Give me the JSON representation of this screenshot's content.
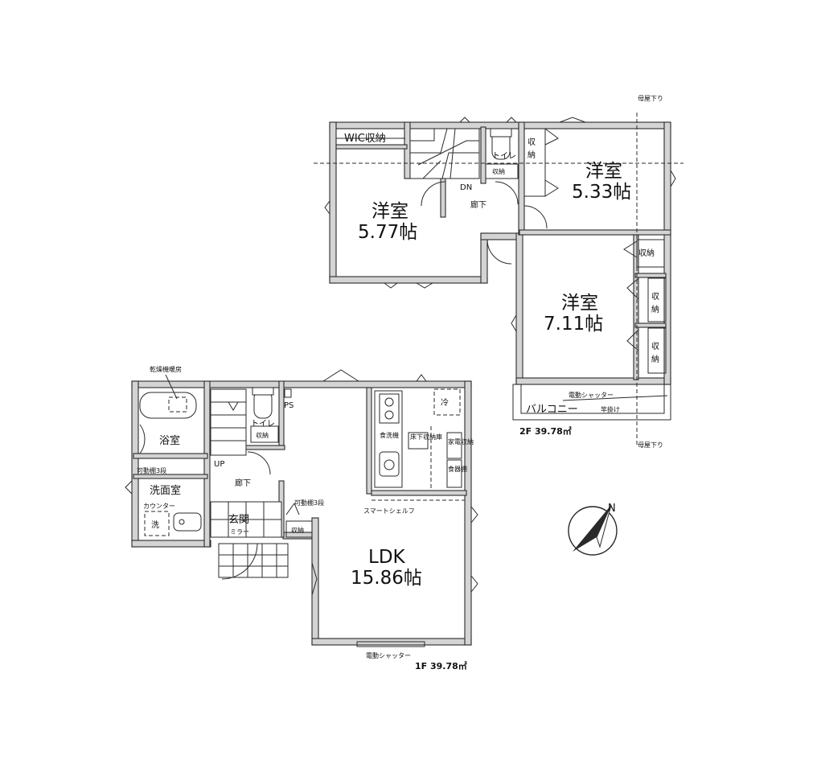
{
  "floor2": {
    "label": "2F 39.78㎡",
    "rooms": {
      "west_name": "洋室",
      "west_size": "5.77帖",
      "east_name": "洋室",
      "east_size": "5.33帖",
      "south_name": "洋室",
      "south_size": "7.11帖"
    },
    "storage_top": "WIC収納",
    "storage_right": "収納",
    "storage_east_1": "収",
    "storage_east_1b": "納",
    "storage_mid": "収納",
    "storage_tall_1": "収",
    "storage_tall_1b": "納",
    "storage_tall_2": "収",
    "storage_tall_2b": "納",
    "toilet": "トイレ",
    "toilet_storage": "収納",
    "stair_dn": "DN",
    "hall": "廊下",
    "balcony": "バルコニー",
    "shutter": "電動シャッター",
    "handrail": "竿掛け",
    "eave_label": "母屋下り"
  },
  "floor1": {
    "label": "1F 39.78㎡",
    "ldk_name": "LDK",
    "ldk_size": "15.86帖",
    "bath": "浴室",
    "dryer": "乾燥機暖房",
    "shelf": "可動棚3段",
    "washroom": "洗面室",
    "counter": "カウンター",
    "washer": "洗",
    "toilet": "トイレ",
    "toilet_storage": "収納",
    "ps": "PS",
    "stair_up": "UP",
    "hall": "廊下",
    "entrance": "玄関",
    "mirror": "ミラー",
    "entrance_storage": "収納",
    "entrance_shelf": "可動棚3段",
    "fridge": "冷",
    "dishwasher": "食洗機",
    "floor_storage": "床下収納庫",
    "appliance_storage": "家電収納",
    "cupboard": "食器棚",
    "smart_shelf": "スマートシェルフ",
    "shutter": "電動シャッター"
  },
  "compass": {
    "north": "N"
  }
}
